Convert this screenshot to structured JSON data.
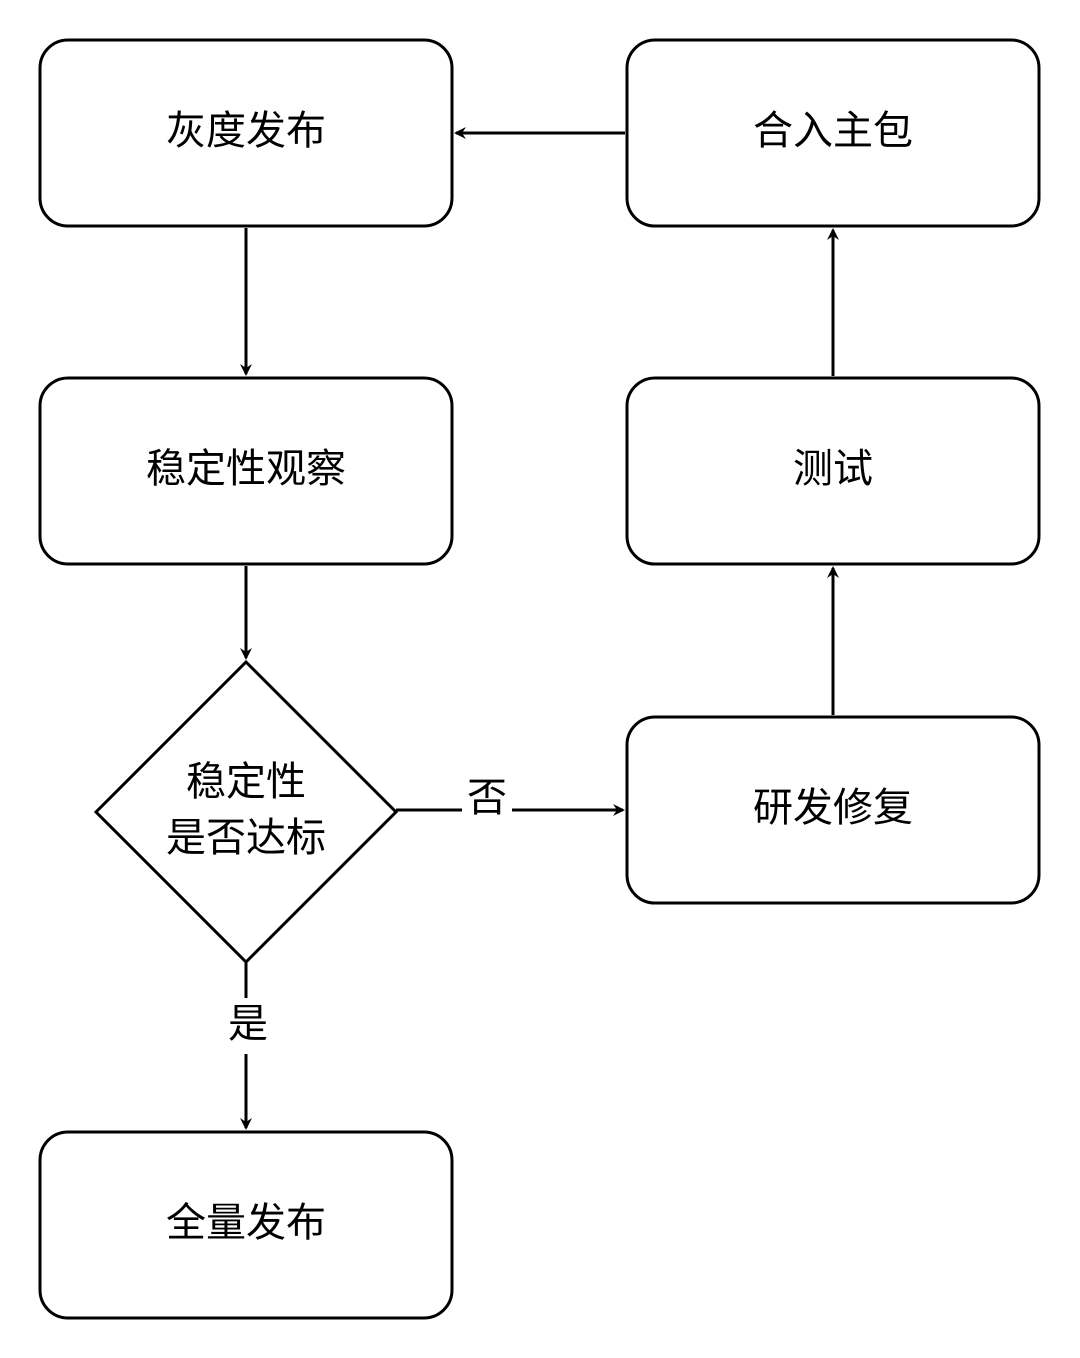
{
  "nodes": {
    "gray_release": "灰度发布",
    "stability_observation": "稳定性观察",
    "decision_line1": "稳定性",
    "decision_line2": "是否达标",
    "full_release": "全量发布",
    "merge_main": "合入主包",
    "testing": "测试",
    "dev_fix": "研发修复"
  },
  "edges": {
    "no_label": "否",
    "yes_label": "是"
  }
}
